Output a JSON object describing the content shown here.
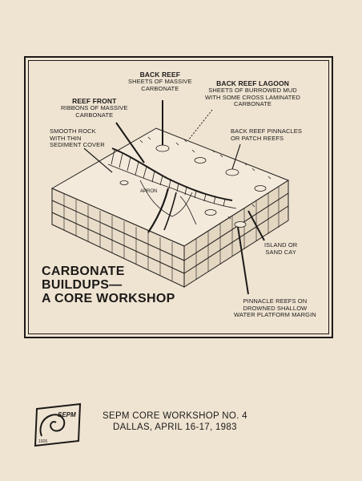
{
  "labels": {
    "back_reef": {
      "heading": "BACK REEF",
      "lines": [
        "SHEETS OF MASSIVE",
        "CARBONATE"
      ]
    },
    "back_reef_lagoon": {
      "heading": "BACK REEF LAGOON",
      "lines": [
        "SHEETS OF BURROWED MUD",
        "WITH SOME CROSS LAMINATED",
        "CARBONATE"
      ]
    },
    "reef_front": {
      "heading": "REEF FRONT",
      "lines": [
        "RIBBONS OF MASSIVE",
        "CARBONATE"
      ]
    },
    "smooth_rock": {
      "lines": [
        "SMOOTH ROCK",
        "WITH THIN",
        "SEDIMENT COVER"
      ]
    },
    "pinnacles": {
      "lines": [
        "BACK REEF PINNACLES",
        "OR PATCH REEFS"
      ]
    },
    "island": {
      "lines": [
        "ISLAND OR",
        "SAND CAY"
      ]
    },
    "pinnacle_reefs": {
      "lines": [
        "PINNACLE REEFS ON",
        "DROWNED SHALLOW",
        "WATER PLATFORM MARGIN"
      ]
    },
    "apron": "APRON"
  },
  "title": [
    "CARBONATE",
    "BUILDUPS—",
    "A CORE WORKSHOP"
  ],
  "footer": [
    "SEPM CORE WORKSHOP NO. 4",
    "DALLAS, APRIL 16-17, 1983"
  ],
  "logo": {
    "text": "SEPM",
    "year": "1926"
  },
  "colors": {
    "paper": "#efe4d2",
    "ink": "#1c1a18"
  }
}
